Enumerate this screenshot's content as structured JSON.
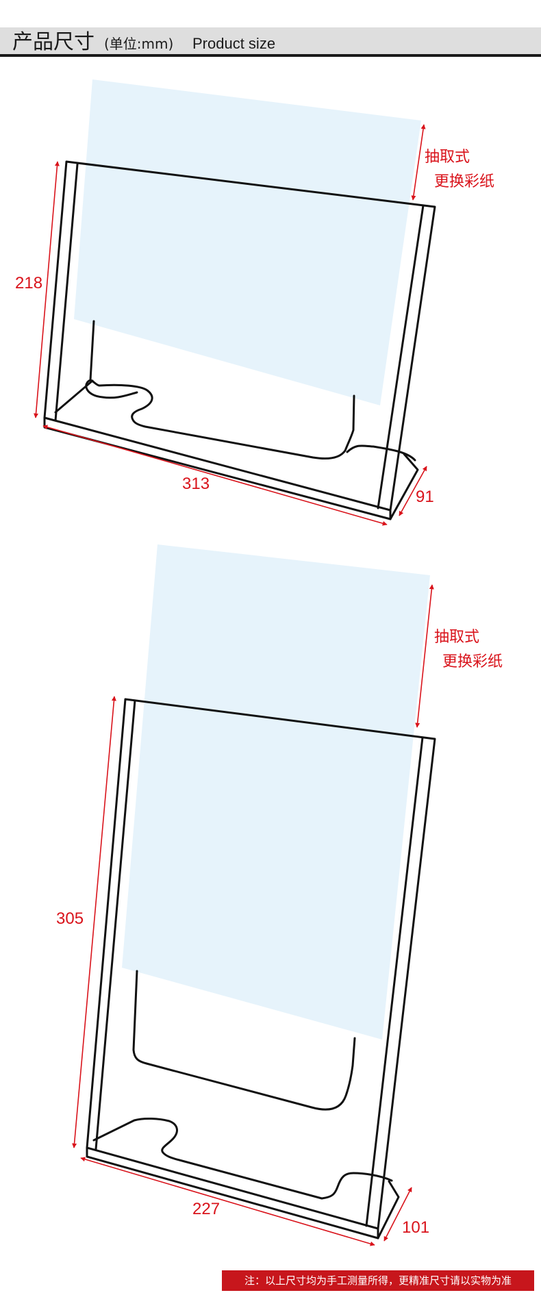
{
  "header": {
    "title_cn": "产品尺寸",
    "unit": "(单位:mm)",
    "title_en": "Product size"
  },
  "colors": {
    "dimension": "#d9131b",
    "insert": "#e6f3fb",
    "outline": "#111111",
    "header_bg": "#dedede",
    "note_bg": "#c7161c"
  },
  "diagram_top": {
    "height": "218",
    "width": "313",
    "depth": "91",
    "annotation_line1": "抽取式",
    "annotation_line2": "更换彩纸"
  },
  "diagram_bottom": {
    "height": "305",
    "width": "227",
    "depth": "101",
    "annotation_line1": "抽取式",
    "annotation_line2": "更换彩纸"
  },
  "note": "注：以上尺寸均为手工测量所得，更精准尺寸请以实物为准"
}
